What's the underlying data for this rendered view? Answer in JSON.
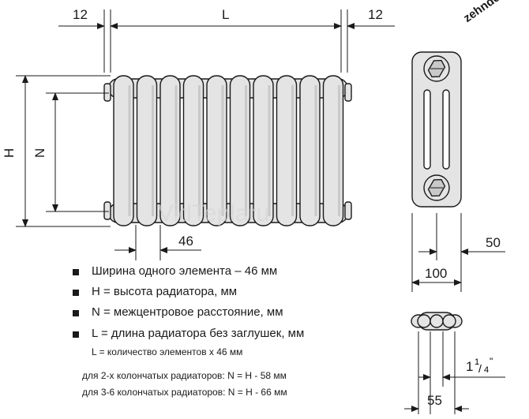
{
  "brand": {
    "logo_text": "zehnder",
    "watermark": "VidTeplaru"
  },
  "dims": {
    "left_margin": "12",
    "length": "L",
    "right_margin": "12",
    "height": "H",
    "center_distance": "N",
    "element_width": "46",
    "side_depth_half": "50",
    "side_depth": "100",
    "thread": "1",
    "thread_num": "1",
    "thread_den": "4",
    "thread_inch": "\"",
    "top_width": "55"
  },
  "legend": {
    "item1": "Ширина одного элемента – 46 мм",
    "item2": "H = высота радиатора, мм",
    "item3": "N = межцентровое расстояние, мм",
    "item4": "L = длина радиатора без заглушек, мм",
    "item4_sub": "L = количество элементов x 46 мм",
    "note1": "для 2-х колончатых радиаторов: N = H - 58 мм",
    "note2": "для 3-6 колончатых радиаторов: N = H - 66 мм"
  },
  "colors": {
    "stroke": "#1a1a1a",
    "body": "#e4e4e4",
    "shade": "#c9c9c9"
  }
}
